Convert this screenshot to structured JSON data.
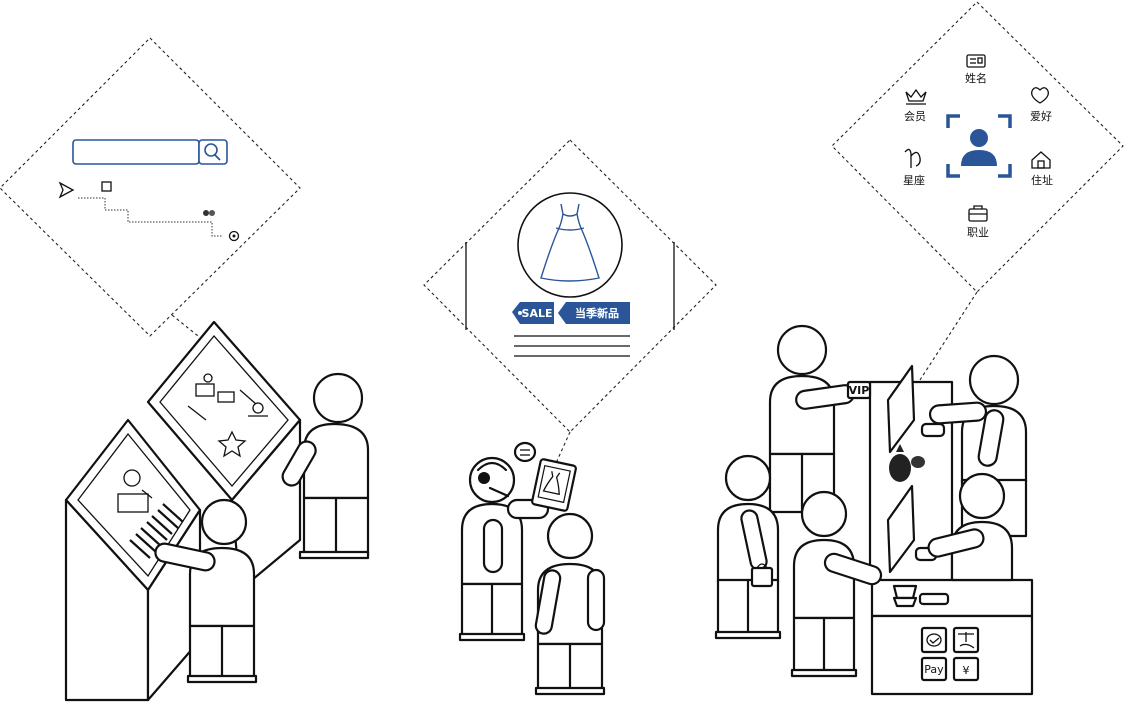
{
  "profile_panel": {
    "name_label": "姓名",
    "member_label": "会员",
    "hobby_label": "爱好",
    "zodiac_label": "星座",
    "address_label": "住址",
    "job_label": "职业"
  },
  "promo_panel": {
    "sale_tag": "SALE",
    "new_season_tag": "当季新品"
  },
  "service": {
    "vip_card": "VIP",
    "pay_label": "Pay",
    "yen_symbol": "¥"
  },
  "colors": {
    "accent": "#2a5599",
    "line": "#111111"
  }
}
